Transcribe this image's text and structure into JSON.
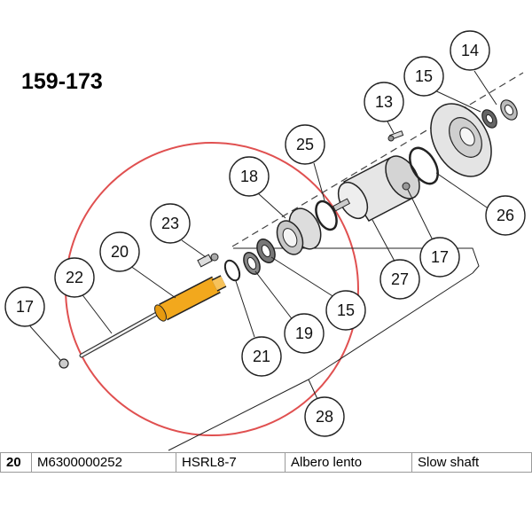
{
  "title": "159-173",
  "callouts": [
    {
      "id": "14",
      "label": "14"
    },
    {
      "id": "15-top",
      "label": "15"
    },
    {
      "id": "13",
      "label": "13"
    },
    {
      "id": "25",
      "label": "25"
    },
    {
      "id": "18",
      "label": "18"
    },
    {
      "id": "26",
      "label": "26"
    },
    {
      "id": "23",
      "label": "23"
    },
    {
      "id": "20",
      "label": "20"
    },
    {
      "id": "17-right",
      "label": "17"
    },
    {
      "id": "27",
      "label": "27"
    },
    {
      "id": "22",
      "label": "22"
    },
    {
      "id": "15-mid",
      "label": "15"
    },
    {
      "id": "17-left",
      "label": "17"
    },
    {
      "id": "19",
      "label": "19"
    },
    {
      "id": "21",
      "label": "21"
    },
    {
      "id": "28",
      "label": "28"
    }
  ],
  "parts_table": {
    "rows": [
      {
        "pos": "20",
        "code": "M6300000252",
        "ref": "HSRL8-7",
        "it": "Albero lento",
        "en": "Slow shaft"
      }
    ]
  },
  "colors": {
    "highlight_circle": "#e05050",
    "shaft_fill": "#f2a81d",
    "line": "#222222"
  }
}
